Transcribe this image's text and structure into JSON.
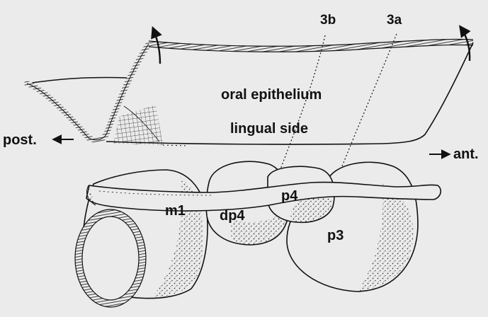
{
  "labels": {
    "ref_3b": "3b",
    "ref_3a": "3a",
    "oral_epithelium": "oral epithelium",
    "lingual_side": "lingual side",
    "posterior": "post.",
    "anterior": "ant.",
    "tooth_m1": "m1",
    "tooth_dp4": "dp4",
    "tooth_p4": "p4",
    "tooth_p3": "p3"
  },
  "colors": {
    "background": "#ebebeb",
    "ink": "#111111"
  }
}
